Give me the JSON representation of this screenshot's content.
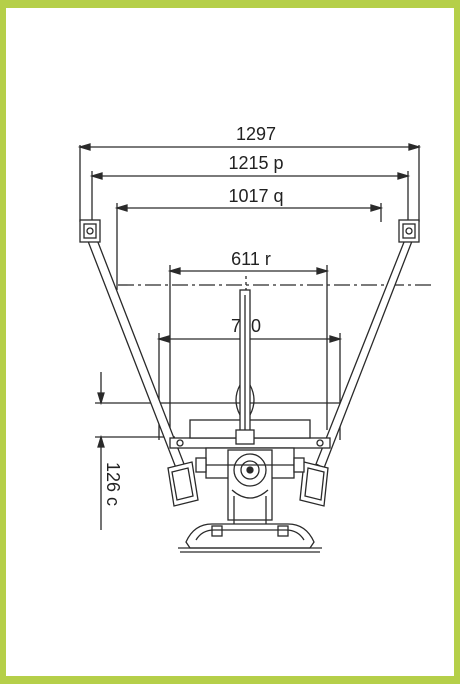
{
  "frame_color": "#b5cf49",
  "line_color": "#2a2a2a",
  "dimensions": {
    "d1": "1297",
    "d2": "1215 p",
    "d3": "1017 q",
    "d4": "611 r",
    "d5": "700",
    "d6": "126 c"
  }
}
